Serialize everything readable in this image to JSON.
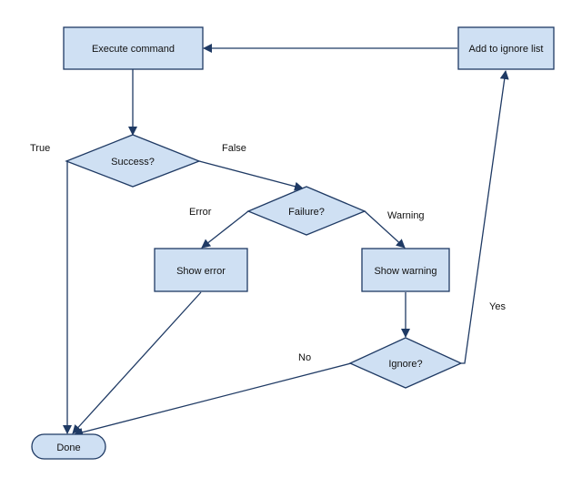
{
  "colors": {
    "node_fill": "#cfe0f3",
    "node_stroke": "#1f3a64",
    "edge": "#1f3a64",
    "text": "#111111"
  },
  "nodes": {
    "execute": "Execute command",
    "add_ignore": "Add to ignore list",
    "success": "Success?",
    "failure": "Failure?",
    "show_error": "Show error",
    "show_warning": "Show warning",
    "ignore": "Ignore?",
    "done": "Done"
  },
  "edges": {
    "true": "True",
    "false": "False",
    "error": "Error",
    "warning": "Warning",
    "yes": "Yes",
    "no": "No"
  }
}
